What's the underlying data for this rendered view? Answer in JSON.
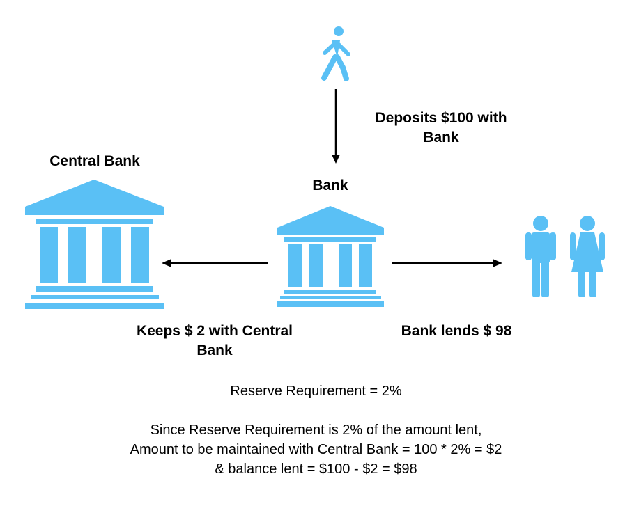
{
  "colors": {
    "icon": "#5AC0F5",
    "arrow": "#000000",
    "text": "#000000"
  },
  "labels": {
    "depositor_action_line1": "Deposits $100 with",
    "depositor_action_line2": "Bank",
    "central_bank": "Central Bank",
    "bank": "Bank",
    "keeps_line1": "Keeps $ 2 with Central",
    "keeps_line2": "Bank",
    "lends": "Bank lends $ 98"
  },
  "explanation": {
    "reserve": "Reserve Requirement = 2%",
    "line1": "Since Reserve Requirement is 2% of the amount lent,",
    "line2": "Amount to be maintained with Central Bank = 100 * 2% = $2",
    "line3": "& balance lent = $100 - $2 = $98"
  },
  "icons": [
    "walking-person-icon",
    "central-bank-icon",
    "bank-icon",
    "man-icon",
    "woman-icon"
  ]
}
